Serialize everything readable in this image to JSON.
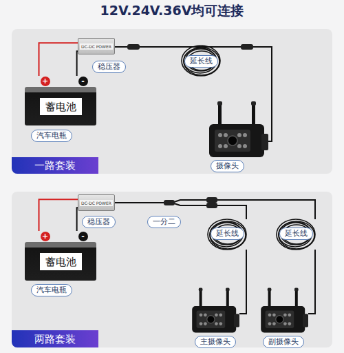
{
  "diagram": {
    "title": "12V.24V.36V均可连接",
    "nodes": [
      {
        "text": [
          "DC-DC POWER"
        ]
      },
      {
        "text": [
          "稳压器"
        ]
      },
      {
        "text": [
          "延长线"
        ]
      },
      {
        "text": [
          "蓄电池"
        ]
      },
      {
        "text": [
          "汽车电瓶"
        ]
      },
      {
        "text": [
          "摄像头"
        ]
      },
      {
        "text": [
          "一路套装"
        ]
      },
      {
        "text": [
          "DC-DC POWER"
        ]
      },
      {
        "text": [
          "稳压器"
        ]
      },
      {
        "text": [
          "一分二"
        ]
      },
      {
        "text": [
          "延长线"
        ]
      },
      {
        "text": [
          "延长线"
        ]
      },
      {
        "text": [
          "蓄电池"
        ]
      },
      {
        "text": [
          "汽车电瓶"
        ]
      },
      {
        "text": [
          "主摄像头"
        ]
      },
      {
        "text": [
          "副摄像头"
        ]
      },
      {
        "text": [
          "两路套装"
        ]
      }
    ],
    "edges": [
      {
        "from": 3,
        "to": 0,
        "arrow": "none"
      },
      {
        "from": 3,
        "to": 0,
        "arrow": "none"
      },
      {
        "from": 12,
        "to": 7,
        "arrow": "none"
      },
      {
        "from": 12,
        "to": 7,
        "arrow": "none"
      }
    ],
    "labels": [
      "+",
      "-",
      "+",
      "-"
    ]
  }
}
